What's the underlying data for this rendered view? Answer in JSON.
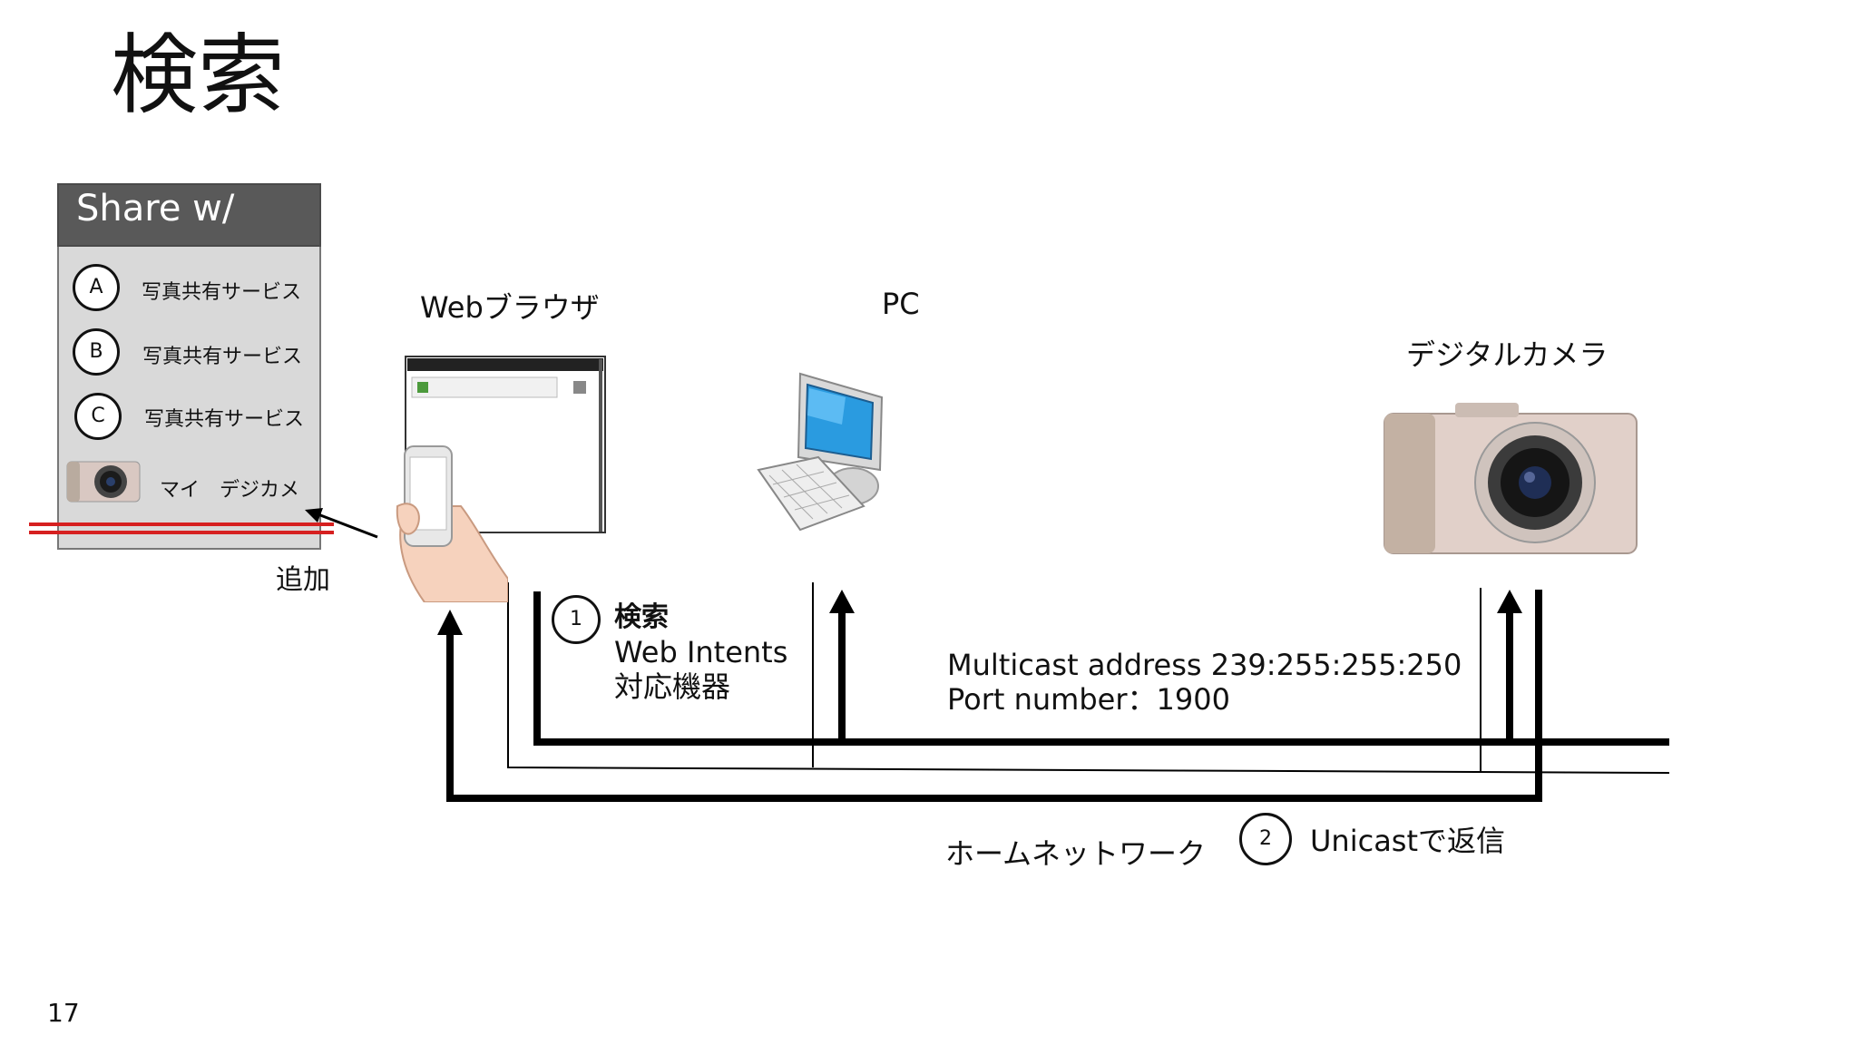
{
  "title": "検索",
  "page_number": "17",
  "share_panel": {
    "header": "Share w/",
    "options": [
      {
        "badge": "A",
        "label": "写真共有サービス"
      },
      {
        "badge": "B",
        "label": "写真共有サービス"
      },
      {
        "badge": "C",
        "label": "写真共有サービス"
      }
    ],
    "camera_item": {
      "label": "マイ　デジカメ",
      "icon": "camera-icon"
    },
    "add_label": "追加"
  },
  "devices": {
    "browser": {
      "label": "Webブラウザ",
      "icon": "smartphone-browser-icon"
    },
    "pc": {
      "label": "PC",
      "icon": "desktop-computer-icon"
    },
    "camera": {
      "label": "デジタルカメラ",
      "icon": "digital-camera-icon"
    }
  },
  "step1": {
    "number": "1",
    "title": "検索",
    "line1": "Web Intents",
    "line2": "対応機器"
  },
  "multicast": {
    "address": "Multicast address 239:255:255:250",
    "port": "Port number：1900"
  },
  "network_label": "ホームネットワーク",
  "step2": {
    "number": "2",
    "text": "Unicastで返信"
  },
  "colors": {
    "panel_header": "#595959",
    "panel_body": "#d9d9d9",
    "highlight_line": "#d62020",
    "arrow": "#000000"
  }
}
